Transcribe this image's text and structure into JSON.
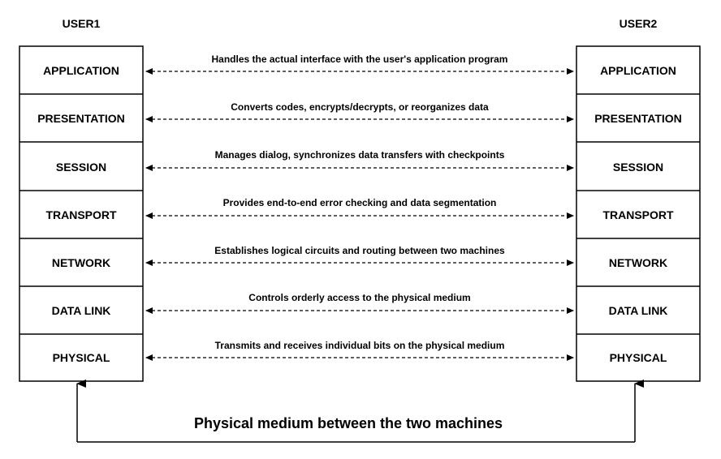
{
  "users": {
    "left": "USER1",
    "right": "USER2"
  },
  "layers": [
    {
      "name": "APPLICATION",
      "description": "Handles the actual interface with the user's application program"
    },
    {
      "name": "PRESENTATION",
      "description": "Converts codes, encrypts/decrypts, or reorganizes data"
    },
    {
      "name": "SESSION",
      "description": "Manages dialog, synchronizes data transfers with checkpoints"
    },
    {
      "name": "TRANSPORT",
      "description": "Provides end-to-end error checking and data segmentation"
    },
    {
      "name": "NETWORK",
      "description": "Establishes logical circuits and routing between two machines"
    },
    {
      "name": "DATA LINK",
      "description": "Controls orderly access to the physical medium"
    },
    {
      "name": "PHYSICAL",
      "description": "Transmits and receives individual bits on the physical medium"
    }
  ],
  "medium_label": "Physical medium between the two machines"
}
